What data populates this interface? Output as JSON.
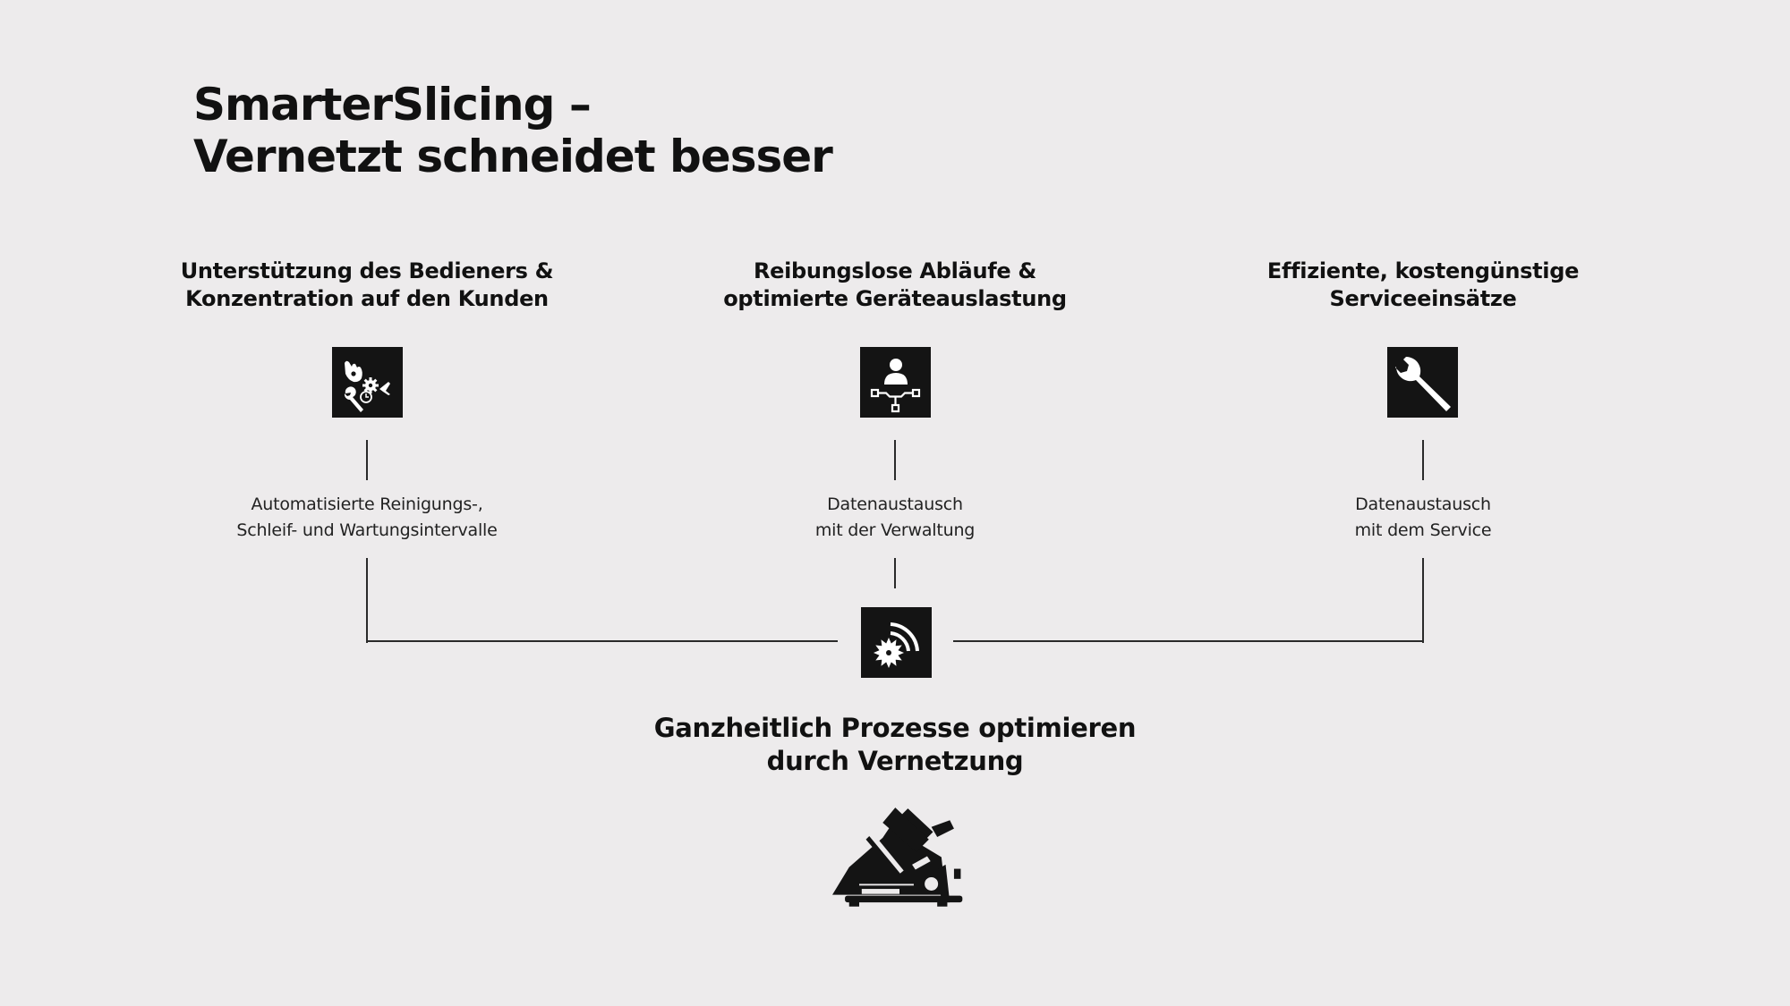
{
  "header": {
    "title_line1": "SmarterSlicing –",
    "title_line2": "Vernetzt schneidet besser"
  },
  "columns": [
    {
      "heading_line1": "Unterstützung des Bedieners &",
      "heading_line2": "Konzentration auf den Kunden",
      "icon": "operator-support-icon",
      "detail_line1": "Automatisierte Reinigungs-,",
      "detail_line2": "Schleif- und Wartungsintervalle"
    },
    {
      "heading_line1": "Reibungslose Abläufe &",
      "heading_line2": "optimierte Geräteauslastung",
      "icon": "network-user-icon",
      "detail_line1": "Datenaustausch",
      "detail_line2": "mit der Verwaltung"
    },
    {
      "heading_line1": "Effiziente, kostengünstige",
      "heading_line2": "Serviceeinsätze",
      "icon": "wrench-icon",
      "detail_line1": "Datenaustausch",
      "detail_line2": "mit dem Service"
    }
  ],
  "hub": {
    "icon": "connected-blade-icon",
    "heading_line1": "Ganzheitlich Prozesse optimieren",
    "heading_line2": "durch Vernetzung",
    "machine_icon": "slicer-machine-icon"
  },
  "colors": {
    "background": "#edebec",
    "icon_box": "#141414",
    "text": "#111111",
    "lines": "#2a2a2a"
  }
}
